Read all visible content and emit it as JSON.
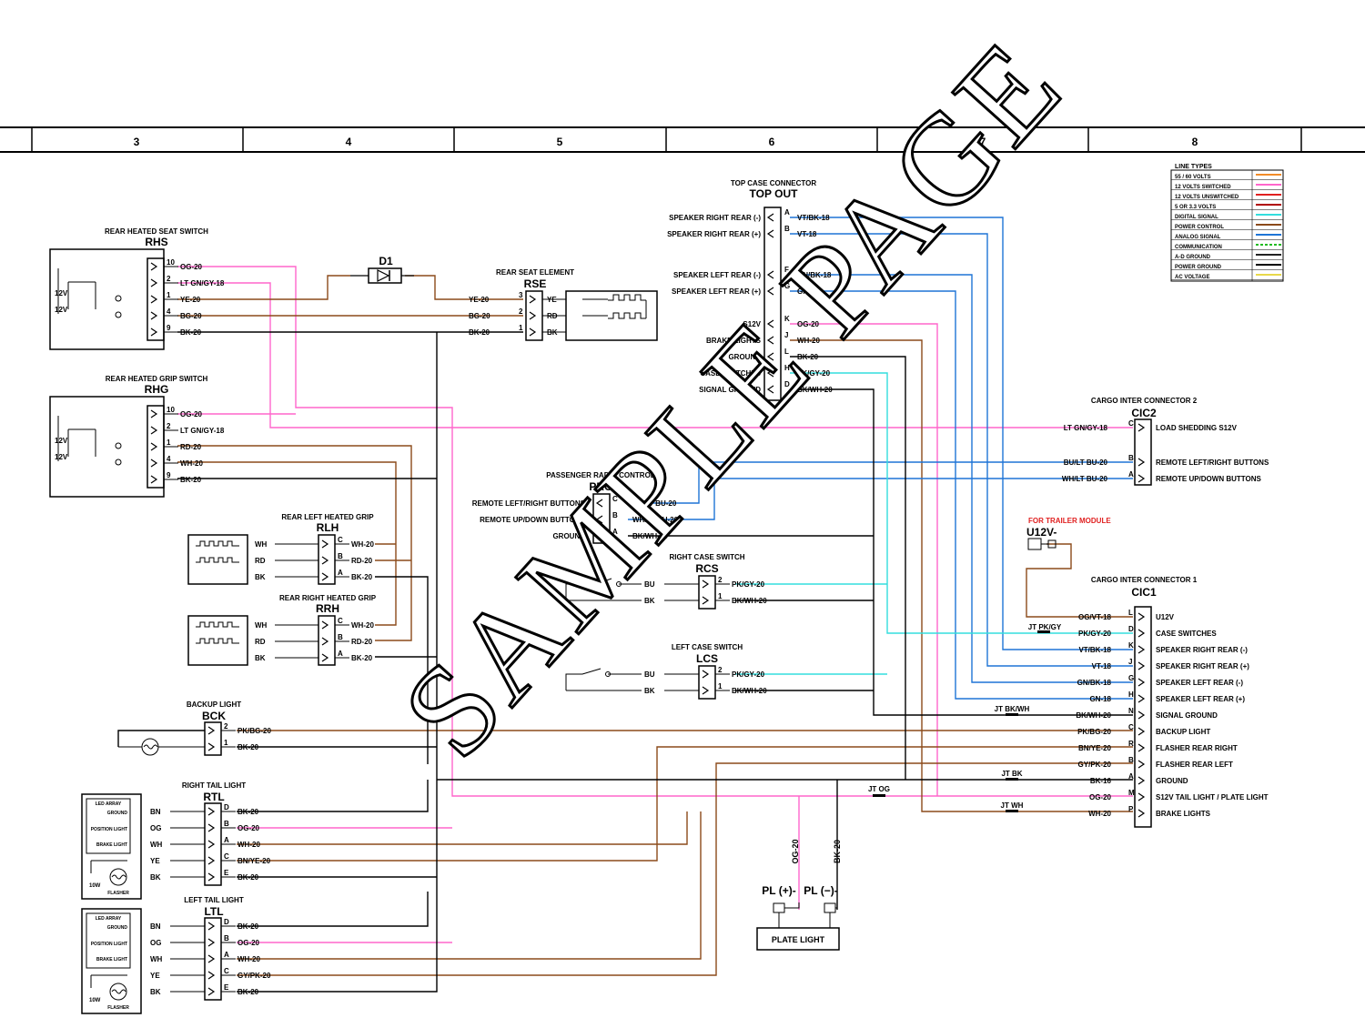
{
  "grid_columns": [
    "3",
    "4",
    "5",
    "6",
    "7",
    "8"
  ],
  "watermark": "SAMPLE PAGE",
  "legend": {
    "title": "LINE TYPES",
    "items": [
      {
        "label": "55 / 60 VOLTS",
        "color": "#f28c28",
        "dash": false
      },
      {
        "label": "12 VOLTS SWITCHED",
        "color": "#ff66cc",
        "dash": false
      },
      {
        "label": "12 VOLTS UNSWITCHED",
        "color": "#e02020",
        "dash": false
      },
      {
        "label": "5 OR 3.3 VOLTS",
        "color": "#b00000",
        "dash": false
      },
      {
        "label": "DIGITAL SIGNAL",
        "color": "#33dddd",
        "dash": false
      },
      {
        "label": "POWER CONTROL",
        "color": "#8b4a1a",
        "dash": false
      },
      {
        "label": "ANALOG SIGNAL",
        "color": "#1e74d6",
        "dash": false
      },
      {
        "label": "COMMUNICATION",
        "color": "#22bb22",
        "dash": true
      },
      {
        "label": "A-D GROUND",
        "color": "#222222",
        "dash": false
      },
      {
        "label": "POWER GROUND",
        "color": "#000000",
        "dash": false
      },
      {
        "label": "AC VOLTAGE",
        "color": "#e8d84a",
        "dash": false
      }
    ]
  },
  "components": {
    "rhs": {
      "title": "REAR HEATED SEAT SWITCH",
      "id": "RHS",
      "pins": [
        "10",
        "2",
        "1",
        "4",
        "9"
      ],
      "wires": [
        "OG-20",
        "LT GN/GY-18",
        "YE-20",
        "BG-20",
        "BK-20"
      ]
    },
    "rhg": {
      "title": "REAR HEATED GRIP SWITCH",
      "id": "RHG",
      "pins": [
        "10",
        "2",
        "1",
        "4",
        "9"
      ],
      "wires": [
        "OG-20",
        "LT GN/GY-18",
        "RD-20",
        "WH-20",
        "BK-20"
      ]
    },
    "d1": {
      "id": "D1"
    },
    "rse": {
      "title": "REAR SEAT ELEMENT",
      "id": "RSE",
      "pins": [
        "3",
        "2",
        "1"
      ],
      "in_wires": [
        "YE-20",
        "BG-20",
        "BK-20"
      ],
      "out_wires": [
        "YE",
        "RD",
        "BK"
      ]
    },
    "top": {
      "title": "TOP CASE CONNECTOR",
      "id": "TOP OUT",
      "rows": [
        {
          "label": "SPEAKER RIGHT REAR (-)",
          "pin": "A",
          "wire": "VT/BK-18"
        },
        {
          "label": "SPEAKER RIGHT REAR (+)",
          "pin": "B",
          "wire": "VT-18"
        },
        {
          "label": "SPEAKER LEFT REAR (-)",
          "pin": "F",
          "wire": "GN/BK-18"
        },
        {
          "label": "SPEAKER LEFT REAR (+)",
          "pin": "G",
          "wire": "GN-18"
        },
        {
          "label": "S12V",
          "pin": "K",
          "wire": "OG-20"
        },
        {
          "label": "BRAKE LIGHTS",
          "pin": "J",
          "wire": "WH-20"
        },
        {
          "label": "GROUND",
          "pin": "L",
          "wire": "BK-20"
        },
        {
          "label": "CASE SWITCHES",
          "pin": "H",
          "wire": "PK/GY-20"
        },
        {
          "label": "SIGNAL GROUND",
          "pin": "D",
          "wire": "BK/WH-20"
        }
      ]
    },
    "prc": {
      "title": "PASSENGER RADIO CONTROL",
      "id": "PRC",
      "rows": [
        {
          "label": "REMOTE LEFT/RIGHT BUTTONS",
          "pin": "C",
          "wire": "BU/LT BU-20"
        },
        {
          "label": "REMOTE UP/DOWN BUTTONS",
          "pin": "B",
          "wire": "WH/LT BU-20"
        },
        {
          "label": "GROUND",
          "pin": "A",
          "wire": "BK/WH-20"
        }
      ]
    },
    "rlh": {
      "title": "REAR LEFT HEATED GRIP",
      "id": "RLH",
      "pins": [
        "C",
        "B",
        "A"
      ],
      "left": [
        "WH",
        "RD",
        "BK"
      ],
      "right": [
        "WH-20",
        "RD-20",
        "BK-20"
      ]
    },
    "rrh": {
      "title": "REAR RIGHT HEATED GRIP",
      "id": "RRH",
      "pins": [
        "C",
        "B",
        "A"
      ],
      "left": [
        "WH",
        "RD",
        "BK"
      ],
      "right": [
        "WH-20",
        "RD-20",
        "BK-20"
      ]
    },
    "rcs": {
      "title": "RIGHT CASE SWITCH",
      "id": "RCS",
      "pins": [
        "2",
        "1"
      ],
      "left": [
        "BU",
        "BK"
      ],
      "right": [
        "PK/GY-20",
        "BK/WH-20"
      ]
    },
    "lcs": {
      "title": "LEFT CASE SWITCH",
      "id": "LCS",
      "pins": [
        "2",
        "1"
      ],
      "left": [
        "BU",
        "BK"
      ],
      "right": [
        "PK/GY-20",
        "BK/WH-20"
      ]
    },
    "bck": {
      "title": "BACKUP LIGHT",
      "id": "BCK",
      "pins": [
        "2",
        "1"
      ],
      "right": [
        "PK/BG-20",
        "BK-20"
      ]
    },
    "rtl": {
      "title": "RIGHT TAIL LIGHT",
      "id": "RTL",
      "pins": [
        "D",
        "B",
        "A",
        "C",
        "E"
      ],
      "left": [
        "BN",
        "OG",
        "WH",
        "YE",
        "BK"
      ],
      "right": [
        "BK-20",
        "OG-20",
        "WH-20",
        "BN/YE-20",
        "BK-20"
      ]
    },
    "ltl": {
      "title": "LEFT TAIL LIGHT",
      "id": "LTL",
      "pins": [
        "D",
        "B",
        "A",
        "C",
        "E"
      ],
      "left": [
        "BN",
        "OG",
        "WH",
        "YE",
        "BK"
      ],
      "right": [
        "BK-20",
        "OG-20",
        "WH-20",
        "GY/PK-20",
        "BK-20"
      ]
    },
    "led": {
      "header": "LED ARRAY",
      "ground": "GROUND",
      "position": "POSITION LIGHT",
      "brake": "BRAKE LIGHT",
      "flasher": "FLASHER",
      "watt": "10W"
    },
    "cic2": {
      "title": "CARGO INTER CONNECTOR 2",
      "id": "CIC2",
      "rows": [
        {
          "wire": "LT GN/GY-18",
          "pin": "C",
          "label": "LOAD SHEDDING S12V"
        },
        {
          "wire": "BU/LT BU-20",
          "pin": "B",
          "label": "REMOTE LEFT/RIGHT BUTTONS"
        },
        {
          "wire": "WH/LT BU-20",
          "pin": "A",
          "label": "REMOTE UP/DOWN BUTTONS"
        }
      ]
    },
    "cic1": {
      "title": "CARGO INTER CONNECTOR 1",
      "id": "CIC1",
      "rows": [
        {
          "wire": "OG/VT-18",
          "pin": "L",
          "label": "U12V"
        },
        {
          "wire": "PK/GY-20",
          "pin": "D",
          "label": "CASE SWITCHES"
        },
        {
          "wire": "VT/BK-18",
          "pin": "K",
          "label": "SPEAKER RIGHT REAR (-)"
        },
        {
          "wire": "VT-18",
          "pin": "J",
          "label": "SPEAKER RIGHT REAR (+)"
        },
        {
          "wire": "GN/BK-18",
          "pin": "G",
          "label": "SPEAKER LEFT REAR (-)"
        },
        {
          "wire": "GN-18",
          "pin": "H",
          "label": "SPEAKER LEFT REAR (+)"
        },
        {
          "wire": "BK/WH-20",
          "pin": "N",
          "label": "SIGNAL GROUND"
        },
        {
          "wire": "PK/BG-20",
          "pin": "C",
          "label": "BACKUP LIGHT"
        },
        {
          "wire": "BN/YE-20",
          "pin": "R",
          "label": "FLASHER REAR RIGHT"
        },
        {
          "wire": "GY/PK-20",
          "pin": "B",
          "label": "FLASHER REAR LEFT"
        },
        {
          "wire": "BK-16",
          "pin": "A",
          "label": "GROUND"
        },
        {
          "wire": "OG-20",
          "pin": "M",
          "label": "S12V TAIL LIGHT / PLATE LIGHT"
        },
        {
          "wire": "WH-20",
          "pin": "P",
          "label": "BRAKE LIGHTS"
        }
      ]
    },
    "trailer": {
      "note": "FOR TRAILER MODULE",
      "id": "U12V-"
    },
    "plate": {
      "label": "PLATE LIGHT",
      "pos": "PL (+)-",
      "neg": "PL (−)-",
      "wire_og": "OG-20",
      "wire_bk": "BK-20"
    },
    "splices": {
      "pkgy": "JT PK/GY",
      "bkwh": "JT BK/WH",
      "bk": "JT BK",
      "og": "JT OG",
      "wh": "JT WH"
    }
  }
}
